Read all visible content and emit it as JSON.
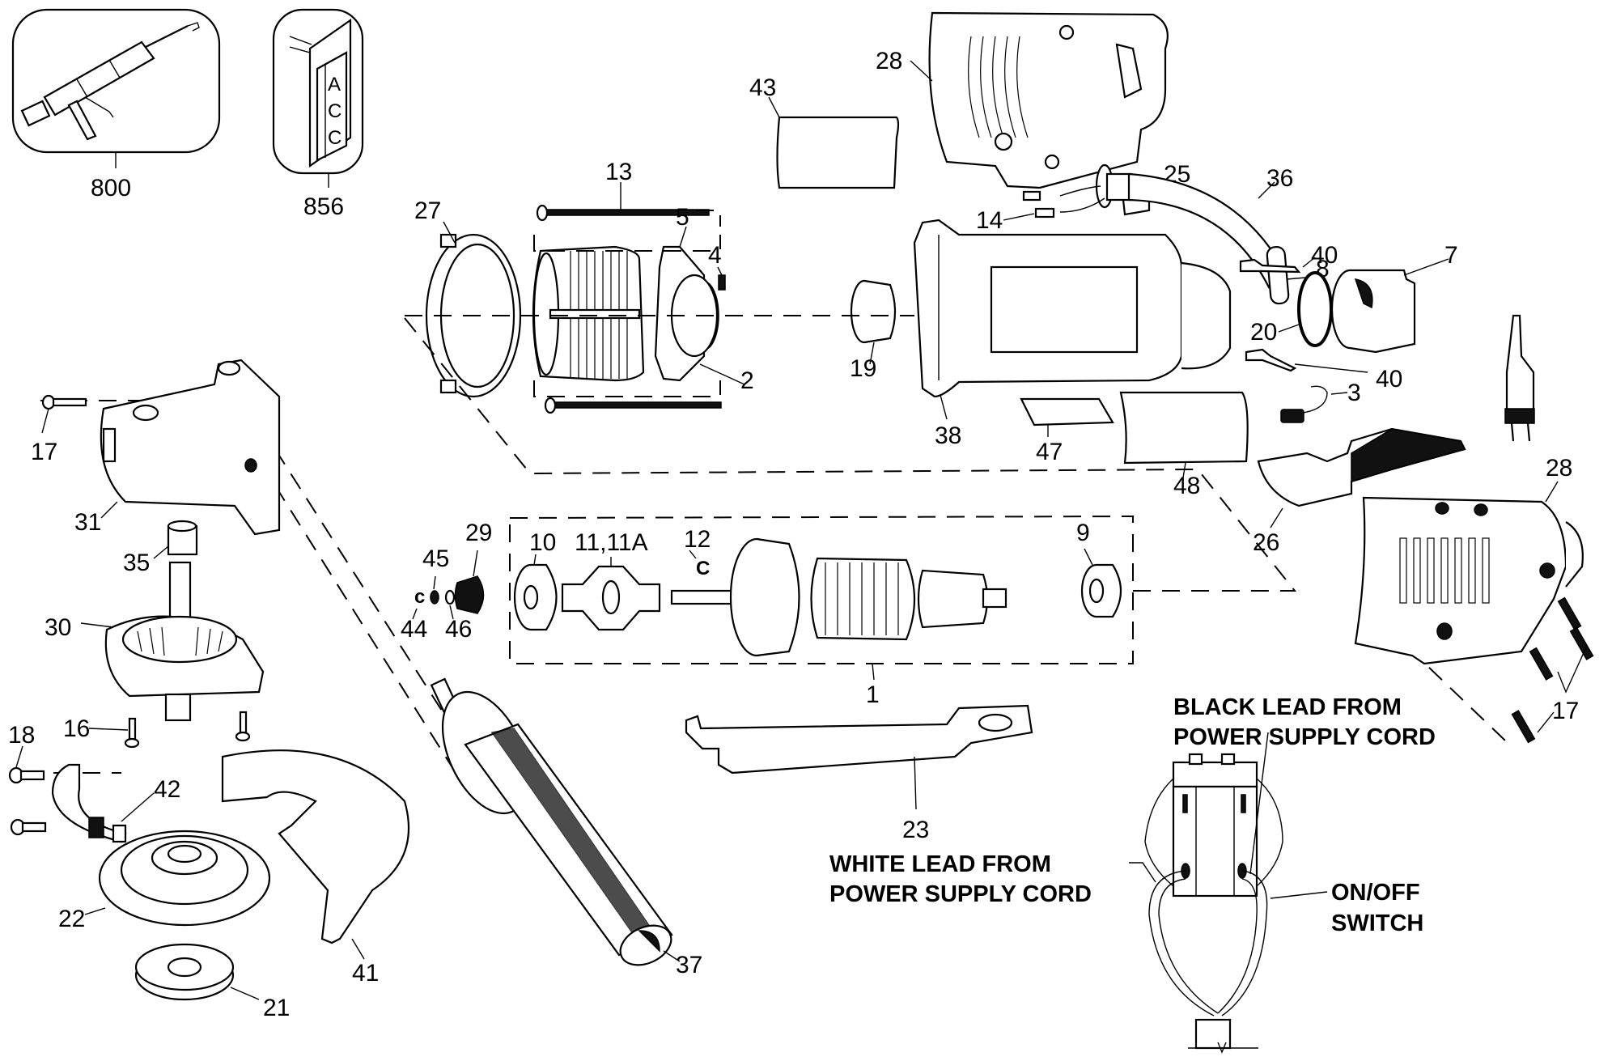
{
  "title": "Angle Grinder Exploded Parts Diagram",
  "accessories": [
    {
      "number": "800",
      "name": "grease-gun"
    },
    {
      "number": "856",
      "name": "accessory-pack",
      "card_text": [
        "A",
        "C",
        "C"
      ]
    }
  ],
  "part_labels": {
    "p800": "800",
    "p856": "856",
    "p43": "43",
    "p28_top": "28",
    "p13": "13",
    "p27": "27",
    "p5": "5",
    "p4": "4",
    "p25": "25",
    "p14": "14",
    "p36": "36",
    "p40_top": "40",
    "p7": "7",
    "p8": "8",
    "p20": "20",
    "p40_bottom": "40",
    "p2": "2",
    "p19": "19",
    "p38": "38",
    "p3": "3",
    "p17_left": "17",
    "p31": "31",
    "p47": "47",
    "p48": "48",
    "p28_right": "28",
    "p35": "35",
    "p29": "29",
    "p10": "10",
    "p11": "11,11A",
    "p12": "12",
    "p9": "9",
    "p26": "26",
    "p45": "45",
    "p30": "30",
    "p44": "44",
    "p46": "46",
    "p1": "1",
    "p17_right": "17",
    "p16": "16",
    "p18": "18",
    "p42": "42",
    "p23": "23",
    "p22": "22",
    "p41": "41",
    "p37": "37",
    "p21": "21"
  },
  "wiring_notes": {
    "black_lead": [
      "BLACK LEAD FROM",
      "POWER SUPPLY CORD"
    ],
    "white_lead": [
      "WHITE LEAD FROM",
      "POWER SUPPLY CORD"
    ],
    "switch": [
      "ON/OFF",
      "SWITCH"
    ]
  }
}
